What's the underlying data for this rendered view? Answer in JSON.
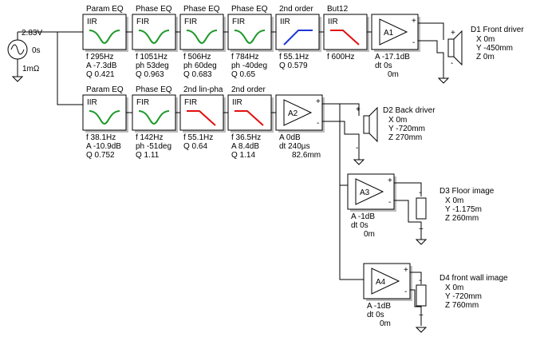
{
  "colors": {
    "green": "#1f9a2a",
    "blue": "#1f36d6",
    "red": "#e01010",
    "d1": "#cc0000",
    "d2": "#008000",
    "d3": "#0000cc",
    "d4": "#e8a000"
  },
  "source": {
    "voltage": "2.83V",
    "delay": "0s",
    "impedance": "1mΩ",
    "icon": "ac-source-icon"
  },
  "chain1": [
    {
      "title": "Param EQ",
      "type": "IIR",
      "curve": "peak",
      "color": "green",
      "params": [
        "f  295Hz",
        "A  -7.3dB",
        "Q  0.421"
      ]
    },
    {
      "title": "Phase EQ",
      "type": "FIR",
      "curve": "peak",
      "color": "green",
      "params": [
        "f   1051Hz",
        "ph 53deg",
        "Q  0.963"
      ]
    },
    {
      "title": "Phase EQ",
      "type": "FIR",
      "curve": "peak",
      "color": "green",
      "params": [
        "f   506Hz",
        "ph 60deg",
        "Q  0.683"
      ]
    },
    {
      "title": "Phase EQ",
      "type": "FIR",
      "curve": "peak",
      "color": "green",
      "params": [
        "f   784Hz",
        "ph -40deg",
        "Q  0.65"
      ]
    },
    {
      "title": "2nd order",
      "type": "IIR",
      "curve": "highpass",
      "color": "blue",
      "params": [
        "f  55.1Hz",
        "Q  0.579"
      ]
    },
    {
      "title": "But12",
      "type": "IIR",
      "curve": "lowpass",
      "color": "red",
      "params": [
        "f  600Hz"
      ]
    }
  ],
  "chain2": [
    {
      "title": "Param EQ",
      "type": "IIR",
      "curve": "peak",
      "color": "green",
      "params": [
        "f  38.1Hz",
        "A  -10.9dB",
        "Q  0.752"
      ]
    },
    {
      "title": "Phase EQ",
      "type": "FIR",
      "curve": "peak",
      "color": "green",
      "params": [
        "f   142Hz",
        "ph -51deg",
        "Q  1.11"
      ]
    },
    {
      "title": "2nd lin-pha",
      "type": "FIR",
      "curve": "lowpass",
      "color": "red",
      "params": [
        "f  55.1Hz",
        "Q  0.64"
      ]
    },
    {
      "title": "2nd order",
      "type": "IIR",
      "curve": "lowpass",
      "color": "red",
      "params": [
        "f  36.5Hz",
        "A  8.4dB",
        "Q  1.14"
      ]
    }
  ],
  "amps": [
    {
      "label": "A1",
      "params": [
        "A  -17.1dB",
        "dt 0s",
        "0m"
      ]
    },
    {
      "label": "A2",
      "params": [
        "A  0dB",
        "dt 240µs",
        "82.6mm"
      ]
    },
    {
      "label": "A3",
      "params": [
        "A  -1dB",
        "dt 0s",
        "0m"
      ]
    },
    {
      "label": "A4",
      "params": [
        "A  -1dB",
        "dt 0s",
        "0m"
      ]
    }
  ],
  "drivers": [
    {
      "name": "D1 Front driver",
      "color": "d1",
      "params": [
        "X 0m",
        "Y -450mm",
        "Z 0m"
      ]
    },
    {
      "name": "D2 Back driver",
      "color": "d2",
      "params": [
        "X 0m",
        "Y -720mm",
        "Z 270mm"
      ]
    },
    {
      "name": "D3 Floor image",
      "color": "d3",
      "params": [
        "X 0m",
        "Y -1.175m",
        "Z 260mm"
      ]
    },
    {
      "name": "D4 front wall image",
      "color": "d4",
      "params": [
        "X 0m",
        "Y -720mm",
        "Z 760mm"
      ]
    }
  ],
  "symbols": {
    "plus": "+",
    "minus": "-"
  }
}
